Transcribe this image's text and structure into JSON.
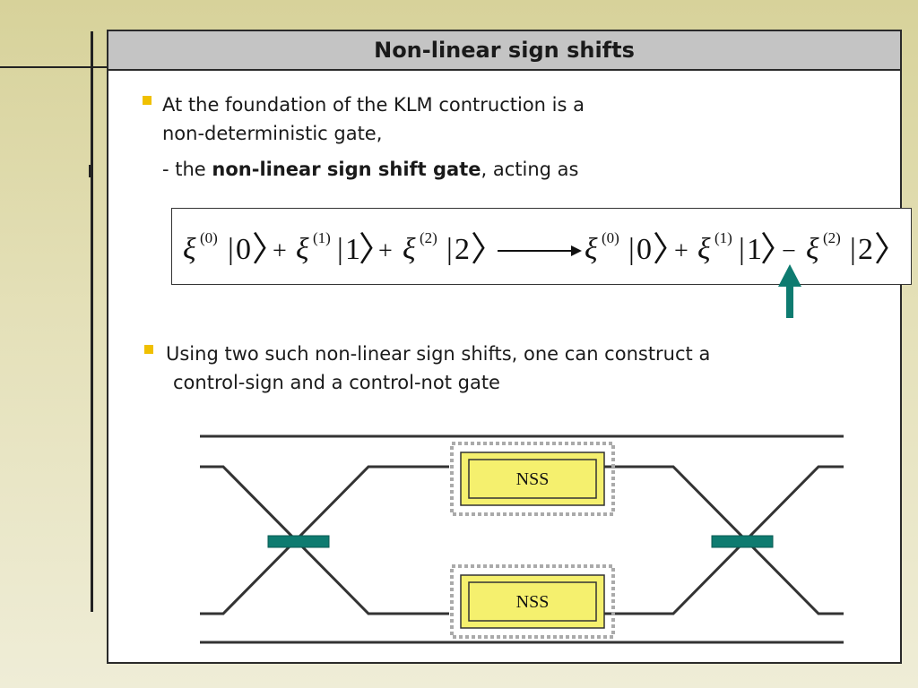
{
  "slide": {
    "title": "Non-linear sign shifts",
    "bullet1": {
      "line1": "At the foundation of the KLM contruction is a",
      "line2": "non-deterministic gate,",
      "sub_prefix": "- the ",
      "sub_bold": "non-linear sign shift gate",
      "sub_suffix": ", acting as"
    },
    "equation": {
      "xi": "ξ",
      "sup0": "(0)",
      "sup1": "(1)",
      "sup2": "(2)",
      "ket0": "0",
      "ket1": "1",
      "ket2": "2",
      "plus": "+",
      "minus": "−"
    },
    "bullet2": {
      "line1": "Using two such non-linear sign shifts, one can construct a",
      "line2": "control-sign and a control-not gate"
    },
    "circuit": {
      "gate_top_label": "NSS",
      "gate_bottom_label": "NSS"
    },
    "colors": {
      "bullet": "#f0c000",
      "arrow": "#0e7b70",
      "beamsplitter": "#0e7b70",
      "gate_fill": "#f5f06e"
    }
  }
}
